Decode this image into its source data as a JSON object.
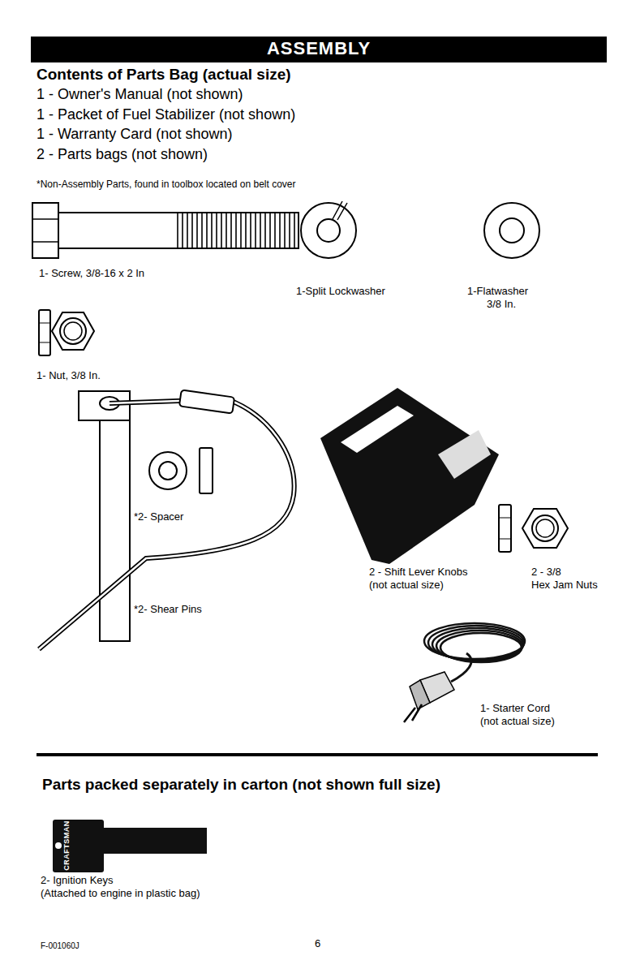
{
  "diagram": {
    "title": "ASSEMBLY",
    "labels": [
      "Contents of Parts Bag (actual size)",
      "1 - Owner's Manual (not shown)",
      "1 - Packet of Fuel Stabilizer (not shown)",
      "1 - Warranty Card (not shown)",
      "2 - Parts bags (not shown)",
      "*Non-Assembly Parts, found in toolbox located on belt cover",
      "1- Screw, 3/8-16 x 2 In",
      "1-Split Lockwasher",
      "1-Flatwasher",
      "3/8 In.",
      "1- Nut, 3/8 In.",
      "*2- Spacer",
      "*2- Shear Pins",
      "2 - Shift Lever Knobs",
      "(not actual size)",
      "2 - 3/8",
      "Hex Jam Nuts",
      "1- Starter Cord",
      "(not actual size)",
      "Parts packed separately in carton (not shown full size)",
      "CRAFTSMAN",
      "2- Ignition Keys",
      "(Attached to engine in plastic bag)",
      "F-001060J",
      "6"
    ]
  }
}
